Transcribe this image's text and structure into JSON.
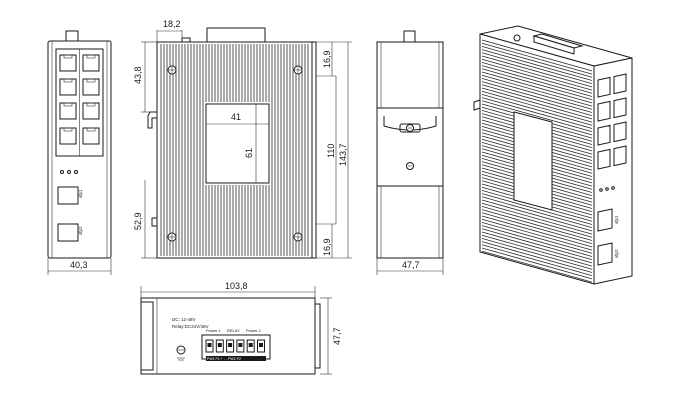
{
  "dimensions": {
    "front_width": "40,3",
    "connector_offset": "18,2",
    "top_offset": "43,8",
    "bottom_offset": "52,9",
    "label_width": "41",
    "label_height": "61",
    "top_margin": "16,9",
    "bottom_margin": "16,9",
    "mount_height": "110",
    "total_height": "143,7",
    "side_width": "47,7",
    "top_length": "103,8",
    "top_depth": "47,7"
  },
  "top_view_labels": {
    "input_line1": "DC: 12-48V",
    "input_line2": "Relay:DC24V/48V",
    "power1": "Power 1",
    "relay": "RELAY",
    "power2": "Power 2",
    "terminal": "PW1 P1  +  -  -  PW2 P2"
  },
  "port_labels": {
    "sfp1": "sfp1",
    "sfp2": "sfp2"
  }
}
